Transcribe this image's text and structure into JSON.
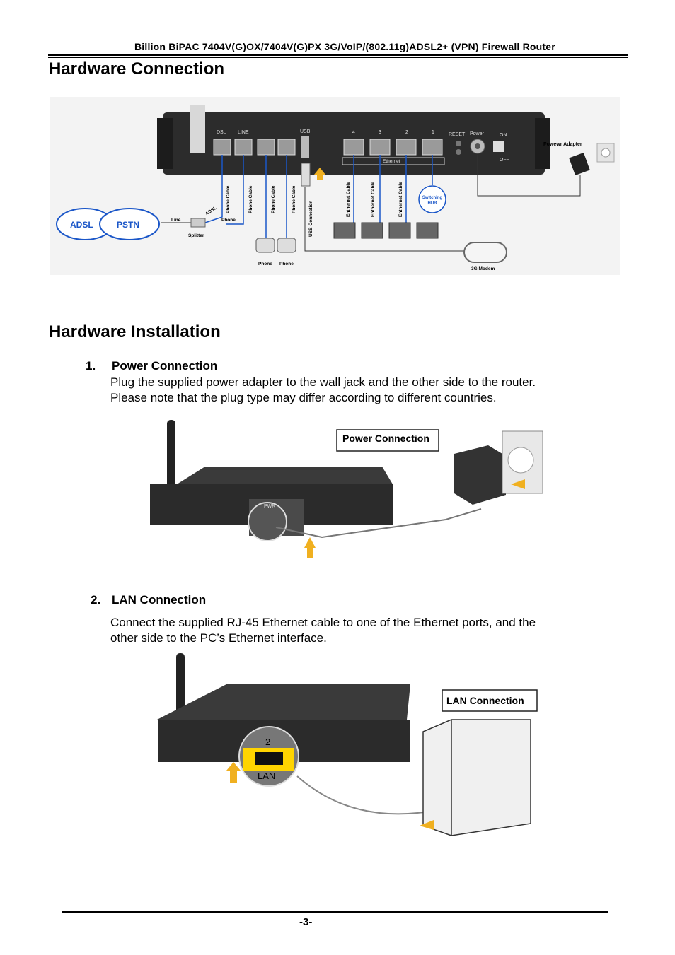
{
  "header": {
    "title": "Billion  BiPAC  7404V(G)OX/7404V(G)PX  3G/VoIP/(802.11g)ADSL2+  (VPN)  Firewall  Router"
  },
  "sections": {
    "connection_heading": "Hardware Connection",
    "installation_heading": "Hardware Installation"
  },
  "diagram": {
    "ports": [
      "DSL",
      "LINE",
      "USB",
      "4",
      "3",
      "2",
      "1",
      "RESET",
      "Power",
      "ON",
      "OFF"
    ],
    "ethernet_label": "Ethernet",
    "cables": [
      "Phone Cable",
      "Phone Cable",
      "Phone Cable",
      "Phone Cable",
      "USB Connection",
      "Enthernet Cable",
      "Enthernet Cable",
      "Enthernet Cable"
    ],
    "adapter_label": "Powewr Adapter",
    "adsl": "ADSL",
    "pstn": "PSTN",
    "line": "Line",
    "phone": "Phone",
    "adsl_small": "ADSL",
    "splitter": "Splitter",
    "phone_left": "Phone",
    "phone_right": "Phone",
    "switching_hub_1": "Switching",
    "switching_hub_2": "HUB",
    "modem_label": "3G Modem"
  },
  "steps": [
    {
      "number": "1.",
      "title": "Power Connection",
      "line1": "Plug the supplied power adapter to the wall jack and the other side to the router.",
      "line2": "Please note that the plug type may differ according to different countries.",
      "callout": "Power Connection",
      "port_label": "PWR"
    },
    {
      "number": "2.",
      "title": "LAN Connection",
      "line1": "Connect the supplied RJ-45 Ethernet cable to one of the Ethernet ports, and the",
      "line2": "other side to the PC’s Ethernet interface.",
      "callout": "LAN Connection",
      "port_number": "2",
      "port_label": "LAN"
    }
  ],
  "footer": {
    "page": "-3-"
  }
}
